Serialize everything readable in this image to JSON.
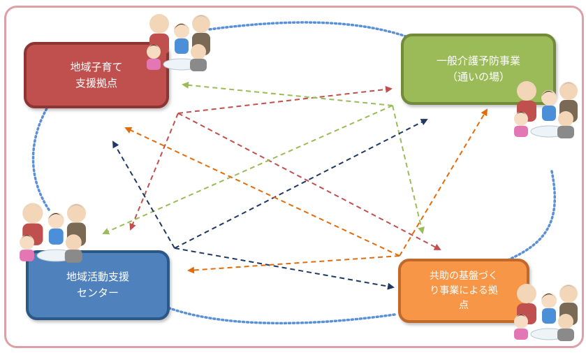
{
  "nodes": {
    "kosodate": {
      "label": "地域子育て\n支援拠点",
      "color": "#c0504d"
    },
    "kaigo": {
      "label": "一般介護予防事業\n（通いの場）",
      "color": "#9bbb59"
    },
    "katsudo": {
      "label": "地域活動支援\nセンター",
      "color": "#4f81bd"
    },
    "kyojo": {
      "label": "共助の基盤づく\nり事業による拠\n点",
      "color": "#f79646"
    }
  },
  "colors": {
    "frame": "#dca0a6",
    "ring": "#5b8fd6",
    "arrow_red": "#c0504d",
    "arrow_green": "#9bbb59",
    "arrow_navy": "#1f3864",
    "arrow_orange": "#e36c0a"
  },
  "icons": [
    "people-group-illustration"
  ]
}
